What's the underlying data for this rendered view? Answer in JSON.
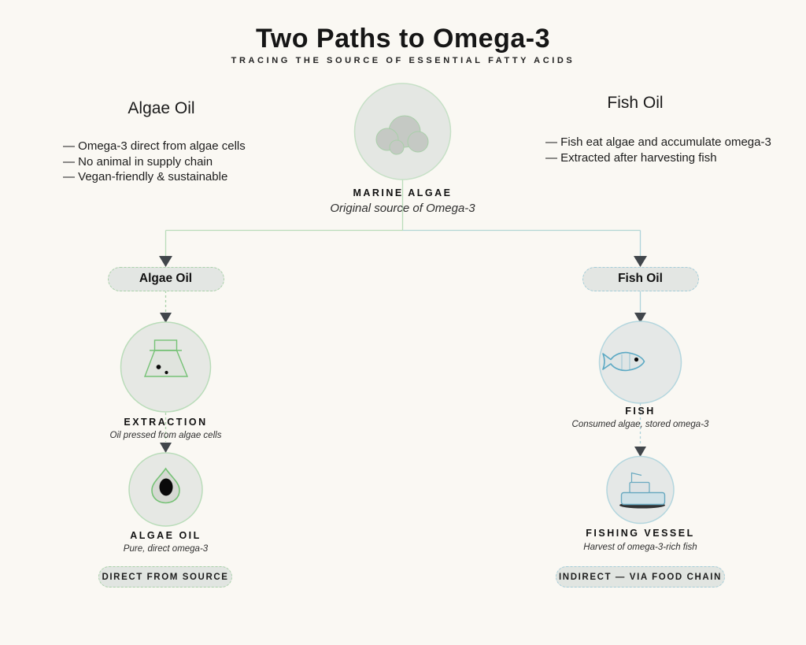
{
  "header": {
    "title": "Two Paths to Omega-3",
    "subtitle": "TRACING THE SOURCE OF ESSENTIAL FATTY ACIDS"
  },
  "center_node": {
    "label": "MARINE ALGAE",
    "caption": "Original source of Omega-3",
    "icon": "algae-cells-icon"
  },
  "left_branch": {
    "heading": "Algae Oil",
    "bullets": [
      "— Omega-3 direct from algae cells",
      "— No animal in supply chain",
      "— Vegan-friendly & sustainable"
    ],
    "pill_label": "Algae Oil",
    "step1": {
      "label": "EXTRACTION",
      "caption": "Oil pressed from algae cells",
      "icon": "flask-icon"
    },
    "step2": {
      "label": "ALGAE OIL",
      "caption": "Pure, direct omega-3",
      "icon": "oil-drop-icon"
    },
    "outcome_label": "DIRECT FROM SOURCE",
    "accent_color": "#8fcb8f"
  },
  "right_branch": {
    "heading": "Fish Oil",
    "bullets": [
      "— Fish eat algae and accumulate omega-3",
      "— Extracted after harvesting fish"
    ],
    "pill_label": "Fish Oil",
    "step1": {
      "label": "FISH",
      "caption": "Consumed algae, stored omega-3",
      "icon": "fish-icon"
    },
    "step2": {
      "label": "FISHING VESSEL",
      "caption": "Harvest of omega-3-rich fish",
      "icon": "fishing-vessel-icon"
    },
    "outcome_label": "INDIRECT — VIA FOOD CHAIN",
    "accent_color": "#8fbfd1"
  },
  "colors": {
    "background": "#faf8f3",
    "green_line": "#b9dcb9",
    "blue_line": "#aed3db",
    "green_icon_stroke": "#76c276",
    "blue_icon_stroke": "#5ca9c4",
    "node_fill": "#e6e8e5",
    "pill_fill": "#e3e6e3",
    "arrowhead": "#41464b",
    "text": "#141414"
  }
}
